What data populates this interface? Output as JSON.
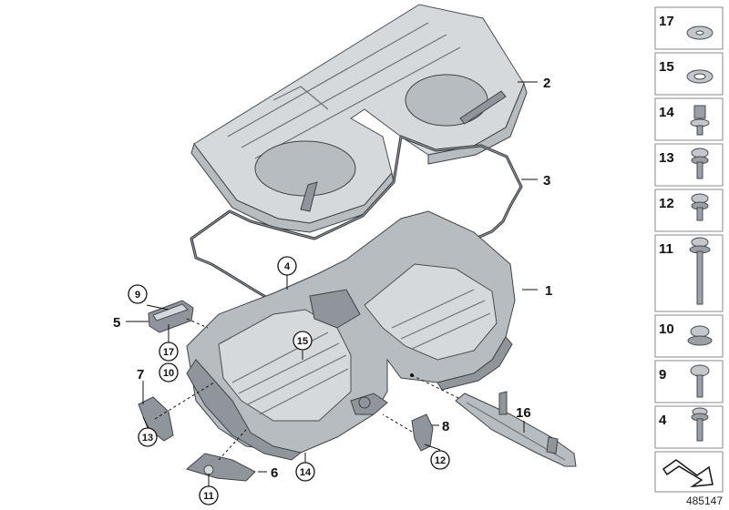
{
  "callouts": {
    "c1": "1",
    "c2": "2",
    "c3": "3",
    "c4": "4",
    "c5": "5",
    "c6": "6",
    "c7": "7",
    "c8": "8",
    "c9": "9",
    "c10": "10",
    "c11": "11",
    "c12": "12",
    "c13": "13",
    "c14": "14",
    "c15": "15",
    "c16": "16",
    "c17": "17"
  },
  "parts_panel": [
    "17",
    "15",
    "14",
    "13",
    "12",
    "11",
    "10",
    "9",
    "4"
  ],
  "reference_number": "485147"
}
